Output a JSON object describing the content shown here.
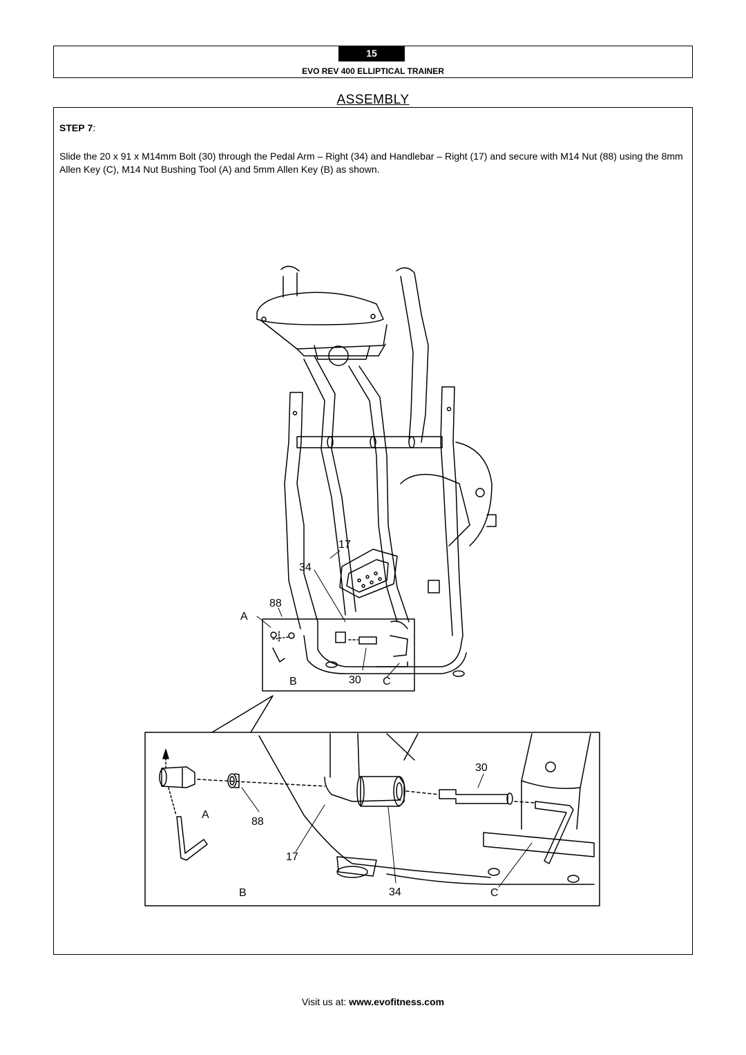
{
  "header": {
    "page_number": "15",
    "doc_title": "EVO REV 400 ELLIPTICAL TRAINER"
  },
  "section_title": "ASSEMBLY",
  "step": {
    "label": "STEP",
    "number": "7",
    "text": "Slide the 20 x 91 x M14mm Bolt (30) through the Pedal Arm – Right (34) and Handlebar – Right (17) and secure with M14 Nut (88) using the 8mm Allen Key (C), M14 Nut Bushing Tool (A) and 5mm Allen Key (B) as shown."
  },
  "diagram_labels": {
    "main": {
      "l17": "17",
      "l34": "34",
      "l88": "88",
      "lA": "A",
      "lB": "B",
      "l30": "30",
      "lC": "C"
    },
    "detail": {
      "l30": "30",
      "lA": "A",
      "l88": "88",
      "l17": "17",
      "lB": "B",
      "l34": "34",
      "lC": "C"
    }
  },
  "footer": {
    "prefix": "Visit us at: ",
    "url": "www.evofitness.com"
  }
}
